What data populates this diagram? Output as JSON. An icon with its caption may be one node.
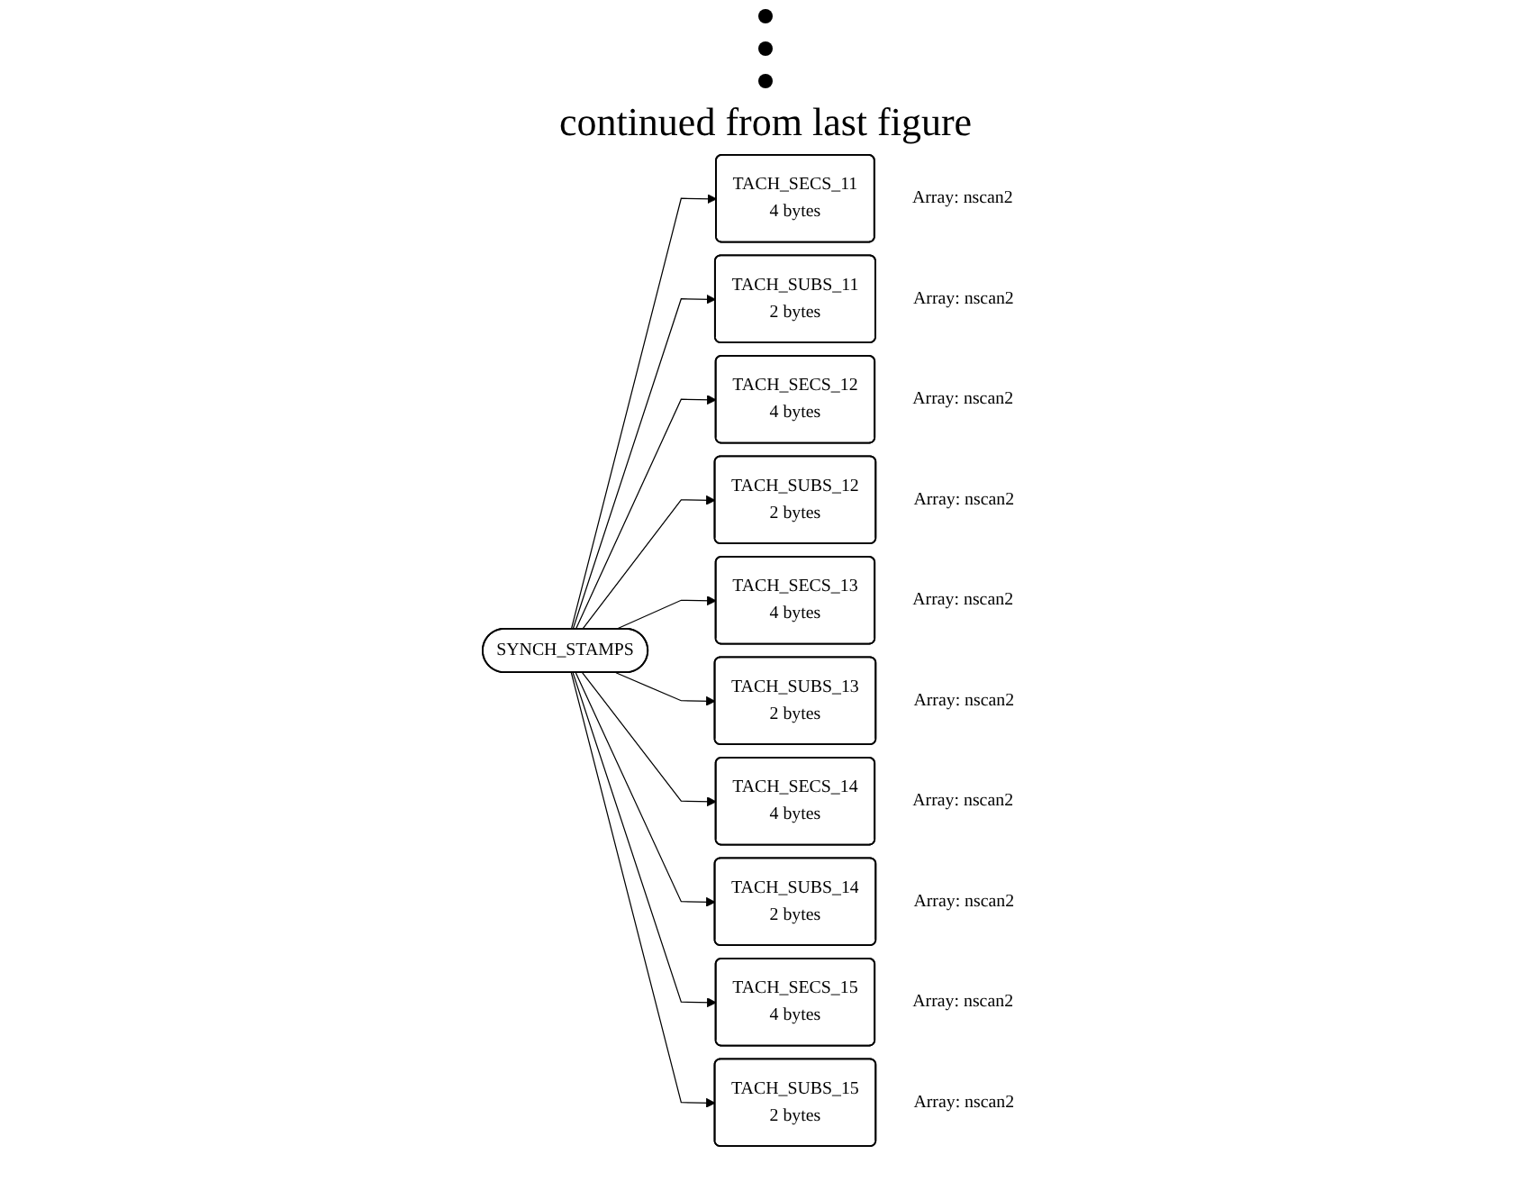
{
  "diagram": {
    "nodes": [
      {
        "text": [
          "SYNCH_STAMPS"
        ]
      },
      {
        "text": [
          "TACH_SECS_11",
          "4 bytes"
        ],
        "beside": [
          "Array: nscan2"
        ]
      },
      {
        "text": [
          "TACH_SUBS_11",
          "2 bytes"
        ],
        "beside": [
          "Array: nscan2"
        ]
      },
      {
        "text": [
          "TACH_SECS_12",
          "4 bytes"
        ],
        "beside": [
          "Array: nscan2"
        ]
      },
      {
        "text": [
          "TACH_SUBS_12",
          "2 bytes"
        ],
        "beside": [
          "Array: nscan2"
        ]
      },
      {
        "text": [
          "TACH_SECS_13",
          "4 bytes"
        ],
        "beside": [
          "Array: nscan2"
        ]
      },
      {
        "text": [
          "TACH_SUBS_13",
          "2 bytes"
        ],
        "beside": [
          "Array: nscan2"
        ]
      },
      {
        "text": [
          "TACH_SECS_14",
          "4 bytes"
        ],
        "beside": [
          "Array: nscan2"
        ]
      },
      {
        "text": [
          "TACH_SUBS_14",
          "2 bytes"
        ],
        "beside": [
          "Array: nscan2"
        ]
      },
      {
        "text": [
          "TACH_SECS_15",
          "4 bytes"
        ],
        "beside": [
          "Array: nscan2"
        ]
      },
      {
        "text": [
          "TACH_SUBS_15",
          "2 bytes"
        ],
        "beside": [
          "Array: nscan2"
        ]
      }
    ],
    "edges": [
      {
        "from": 0,
        "to": 1,
        "arrow": "to"
      },
      {
        "from": 0,
        "to": 2,
        "arrow": "to"
      },
      {
        "from": 0,
        "to": 3,
        "arrow": "to"
      },
      {
        "from": 0,
        "to": 4,
        "arrow": "to"
      },
      {
        "from": 0,
        "to": 5,
        "arrow": "to"
      },
      {
        "from": 0,
        "to": 6,
        "arrow": "to"
      },
      {
        "from": 0,
        "to": 7,
        "arrow": "to"
      },
      {
        "from": 0,
        "to": 8,
        "arrow": "to"
      },
      {
        "from": 0,
        "to": 9,
        "arrow": "to"
      },
      {
        "from": 0,
        "to": 10,
        "arrow": "to"
      }
    ],
    "labels": [
      "continued from last figure"
    ]
  }
}
